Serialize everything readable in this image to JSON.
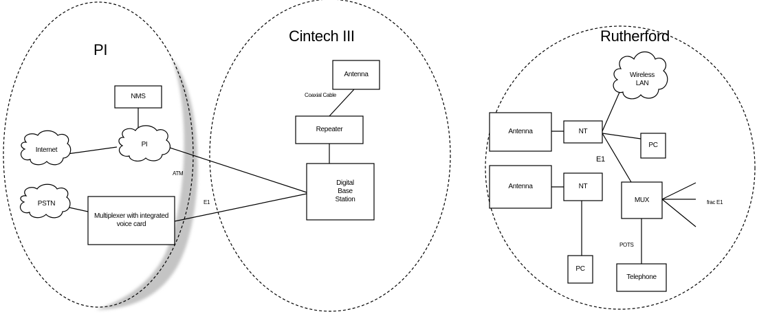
{
  "regions": {
    "pi": "PI",
    "cintech": "Cintech III",
    "rutherford": "Rutherford"
  },
  "nodes": {
    "nms": "NMS",
    "internet": "Internet",
    "pi_cloud": "PI",
    "pstn": "PSTN",
    "multiplexer": "Multiplexer with integrated voice card",
    "antenna_top": "Antenna",
    "repeater": "Repeater",
    "dbs": "Digital Base Station",
    "antenna_1": "Antenna",
    "antenna_2": "Antenna",
    "nt_1": "NT",
    "nt_2": "NT",
    "wireless_lan": "Wireless LAN",
    "pc_1": "PC",
    "pc_2": "PC",
    "mux": "MUX",
    "telephone": "Telephone"
  },
  "edge_labels": {
    "coaxial": "Coaxial Cable",
    "atm": "ATM",
    "e1_pi": "E1",
    "e1_rutherford": "E1",
    "pots": "POTS",
    "frac_e1": "frac E1"
  },
  "colors": {
    "line": "#000000",
    "shadow": "#c0c0c0",
    "background": "#ffffff"
  }
}
